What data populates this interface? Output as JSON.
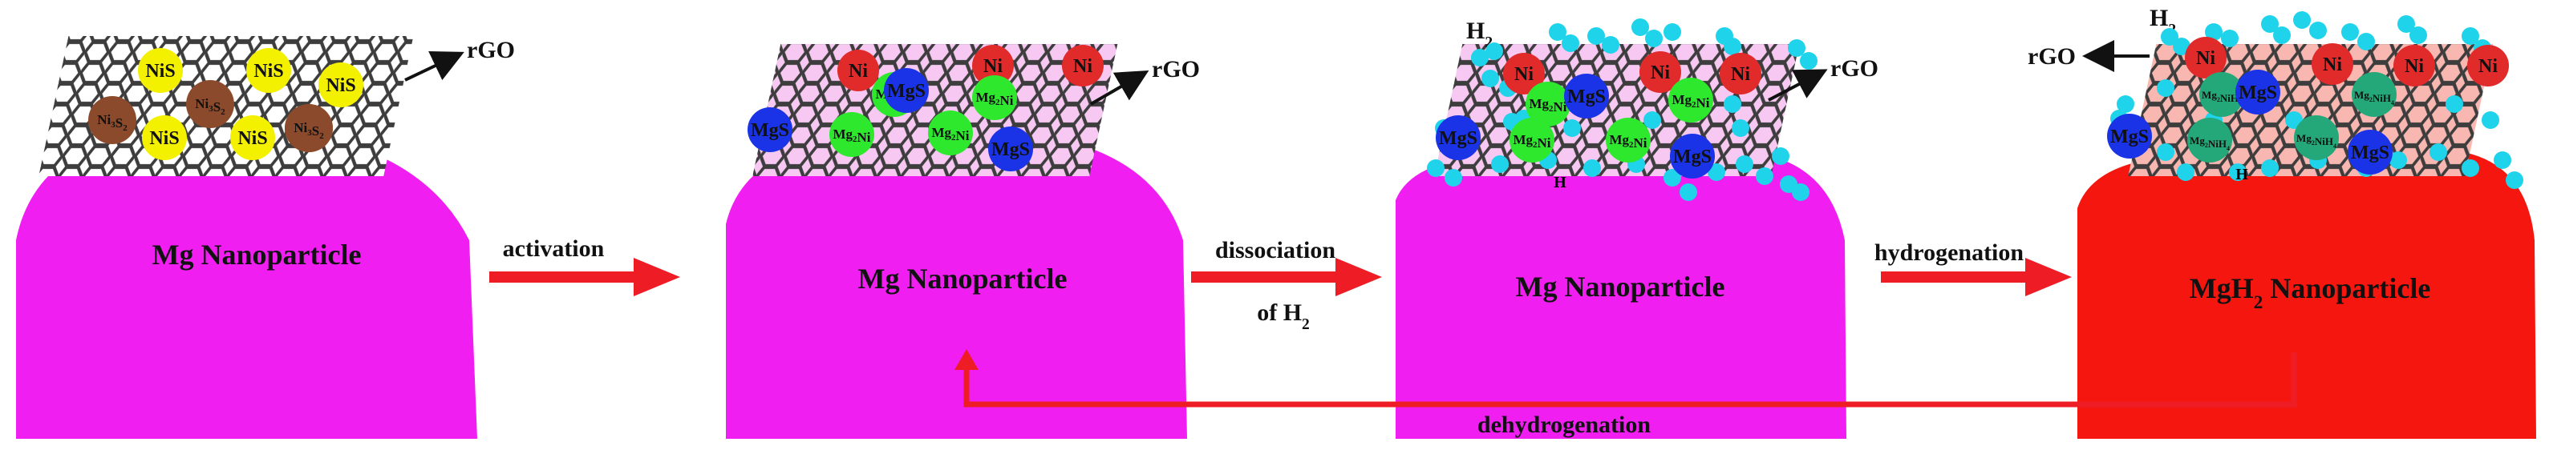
{
  "colors": {
    "mg": "#f01ef0",
    "mgh2": "#f5170f",
    "arrow": "#ee1c25",
    "lattice": "#4a4a4a",
    "nis": "#f3f000",
    "ni3s2": "#8b4a2b",
    "ni": "#e12a2a",
    "mgs": "#1a33e6",
    "mg2ni": "#2ee82e",
    "mg2nih4": "#24a87a",
    "hydrogen": "#1fd3ea"
  },
  "stage1": {
    "label": "Mg Nanoparticle",
    "rgo": "rGO",
    "particles": [
      {
        "species": "NiS"
      },
      {
        "species": "NiS"
      },
      {
        "species": "NiS"
      },
      {
        "species": "Ni3S2"
      },
      {
        "species": "Ni3S2"
      },
      {
        "species": "Ni3S2"
      },
      {
        "species": "NiS"
      },
      {
        "species": "NiS"
      },
      {
        "species": "Ni3S2"
      }
    ]
  },
  "stage2": {
    "label": "Mg Nanoparticle",
    "rgo": "rGO",
    "particles": [
      {
        "species": "Ni"
      },
      {
        "species": "Ni"
      },
      {
        "species": "Ni"
      },
      {
        "species": "Mg2Ni"
      },
      {
        "species": "MgS"
      },
      {
        "species": "Mg2Ni"
      },
      {
        "species": "MgS"
      },
      {
        "species": "Mg2Ni"
      },
      {
        "species": "Mg2Ni"
      },
      {
        "species": "MgS"
      }
    ]
  },
  "stage3": {
    "label": "Mg Nanoparticle",
    "rgo": "rGO",
    "h2": "H2",
    "h": "H",
    "particles": [
      {
        "species": "Ni"
      },
      {
        "species": "Ni"
      },
      {
        "species": "Ni"
      },
      {
        "species": "Mg2Ni"
      },
      {
        "species": "MgS"
      },
      {
        "species": "Mg2Ni"
      },
      {
        "species": "MgS"
      },
      {
        "species": "Mg2Ni"
      },
      {
        "species": "Mg2Ni"
      },
      {
        "species": "MgS"
      }
    ]
  },
  "stage4": {
    "label": "MgH2 Nanoparticle",
    "rgo": "rGO",
    "h2": "H2",
    "h": "H",
    "particles": [
      {
        "species": "Ni"
      },
      {
        "species": "Ni"
      },
      {
        "species": "Ni"
      },
      {
        "species": "Ni"
      },
      {
        "species": "Mg2NiH4"
      },
      {
        "species": "MgS"
      },
      {
        "species": "Mg2NiH4"
      },
      {
        "species": "MgS"
      },
      {
        "species": "Mg2NiH4"
      },
      {
        "species": "Mg2NiH4"
      },
      {
        "species": "MgS"
      }
    ]
  },
  "steps": {
    "activation": "activation",
    "dissociation": "dissociation",
    "dissociation_of": "of H2",
    "hydrogenation": "hydrogenation",
    "dehydrogenation": "dehydrogenation"
  }
}
